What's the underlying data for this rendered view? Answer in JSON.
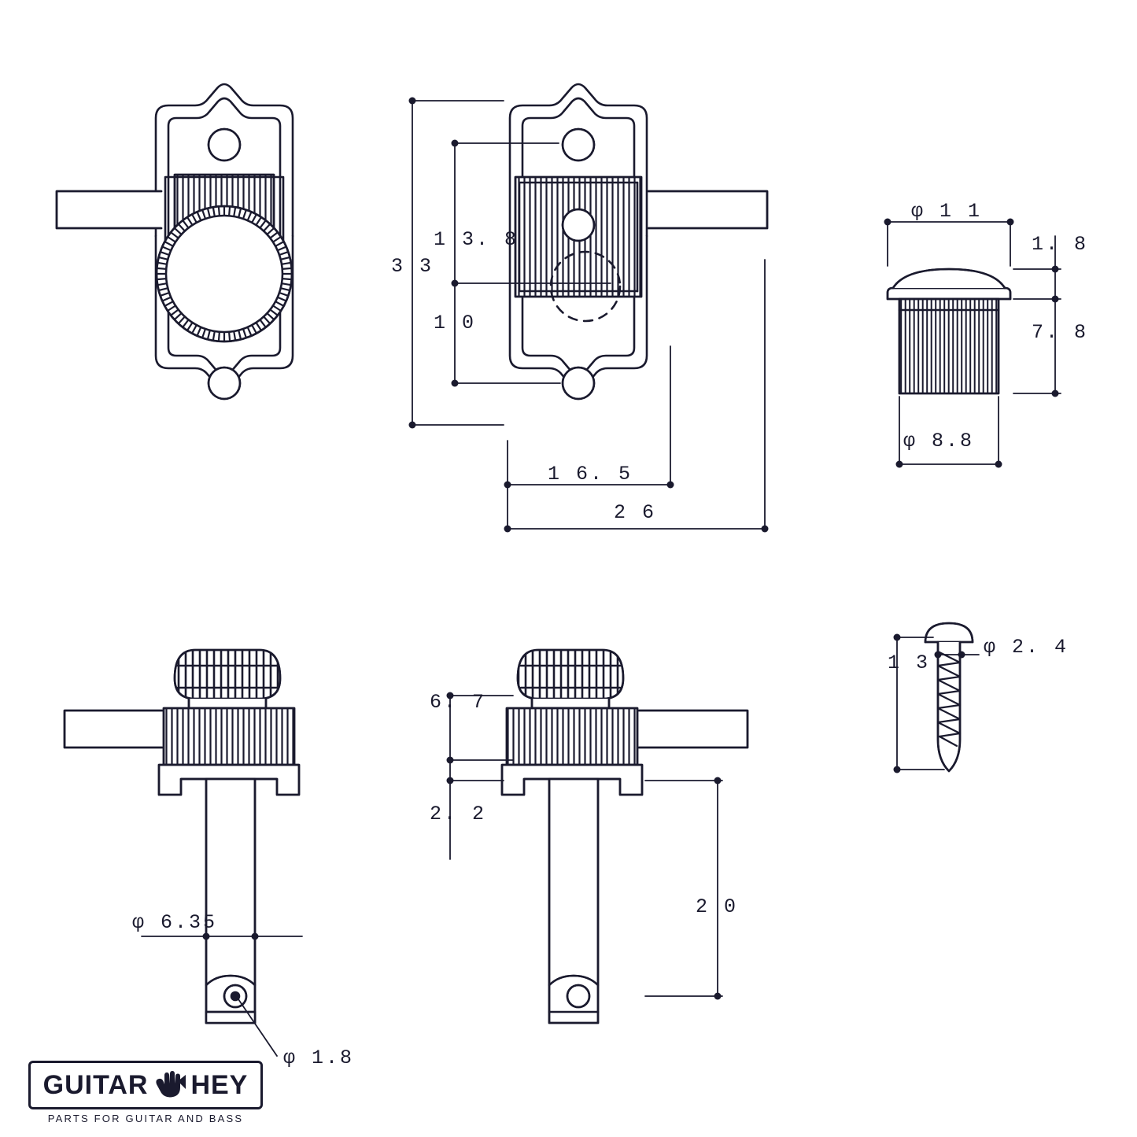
{
  "document": {
    "type": "technical-drawing",
    "subject": "Guitar tuning machine (vintage-style tuner) dimensioned drawing",
    "line_color": "#1a1a2e",
    "background_color": "#ffffff"
  },
  "views": {
    "top_left": {
      "name": "front-view-knurled-bushing"
    },
    "top_middle": {
      "name": "front-view-dimensioned"
    },
    "top_right": {
      "name": "bushing-section-view"
    },
    "bottom_left": {
      "name": "side-view-with-post"
    },
    "bottom_middle": {
      "name": "side-view-dimensioned"
    },
    "bottom_right": {
      "name": "mounting-screw-view"
    }
  },
  "dimensions": {
    "plate_height": "3 3",
    "hole_spacing_upper": "1 3. 8",
    "hole_spacing_lower": "1 0",
    "plate_width_inner": "1 6. 5",
    "plate_width_outer": "2 6",
    "bushing_flange_diameter": "φ 1 1",
    "bushing_flange_thickness": "1. 8",
    "bushing_body_height": "7. 8",
    "bushing_body_diameter": "φ 8.8",
    "post_diameter": "φ 6.35",
    "string_hole_diameter": "φ 1.8",
    "knob_height": "6. 7",
    "collar_height": "2. 2",
    "post_length": "2 0",
    "screw_length": "1 3",
    "screw_diameter": "φ 2. 4"
  },
  "logo": {
    "word1": "GUITAR",
    "word2": "HEY",
    "icon": "hand-pick-icon",
    "tagline": "PARTS FOR GUITAR AND BASS"
  }
}
